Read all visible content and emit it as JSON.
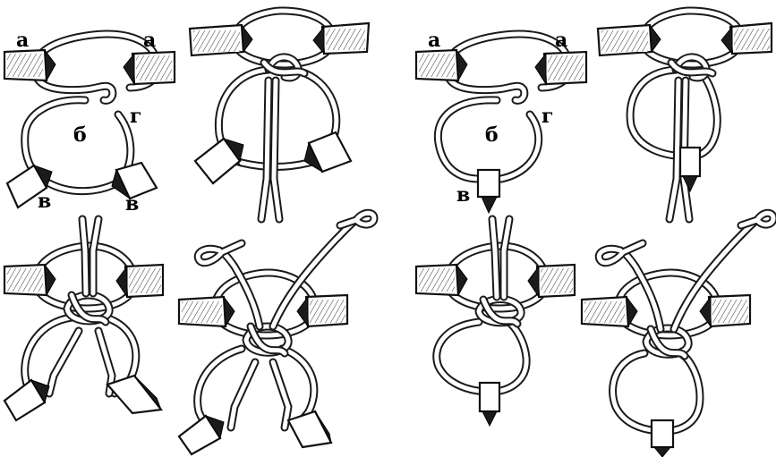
{
  "figure": {
    "panels": [
      {
        "id": "top-1",
        "labels": [
          "а",
          "а",
          "б",
          "г",
          "в",
          "в"
        ]
      },
      {
        "id": "top-2",
        "labels": []
      },
      {
        "id": "top-3",
        "labels": [
          "а",
          "а",
          "б",
          "г",
          "в"
        ]
      },
      {
        "id": "top-4",
        "labels": []
      },
      {
        "id": "bottom-1",
        "labels": []
      },
      {
        "id": "bottom-2",
        "labels": []
      },
      {
        "id": "bottom-3",
        "labels": []
      },
      {
        "id": "bottom-4",
        "labels": []
      }
    ]
  }
}
